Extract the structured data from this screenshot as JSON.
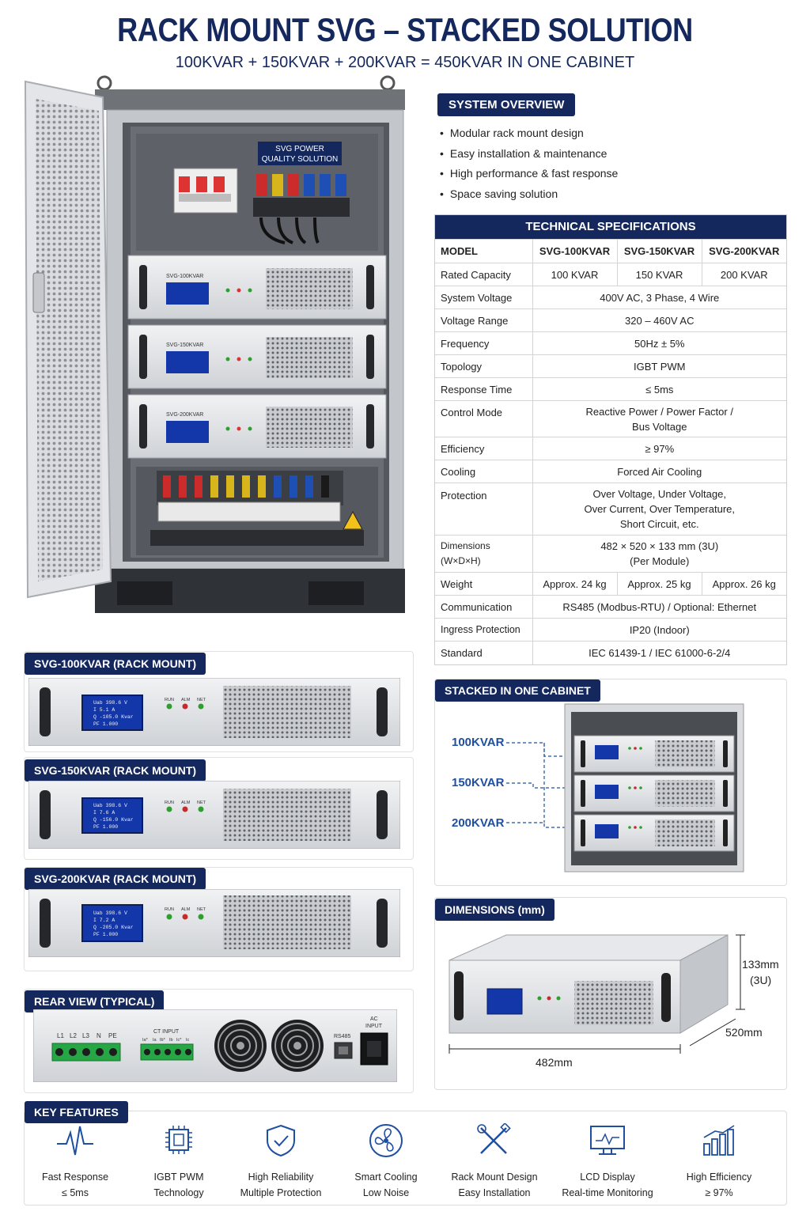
{
  "header": {
    "title": "RACK MOUNT SVG – STACKED SOLUTION",
    "subtitle": "100KVAR + 150KVAR + 200KVAR = 450KVAR IN ONE CABINET"
  },
  "cabinet": {
    "badge_line1": "SVG POWER",
    "badge_line2": "QUALITY SOLUTION",
    "modules": [
      "SVG-100KVAR",
      "SVG-150KVAR",
      "SVG-200KVAR"
    ]
  },
  "overview": {
    "tag": "SYSTEM OVERVIEW",
    "items": [
      "Modular rack mount design",
      "Easy installation & maintenance",
      "High performance & fast response",
      "Space saving solution"
    ]
  },
  "specs": {
    "title": "TECHNICAL SPECIFICATIONS",
    "columns": [
      "MODEL",
      "SVG-100KVAR",
      "SVG-150KVAR",
      "SVG-200KVAR"
    ],
    "rows": {
      "rated_capacity": {
        "label": "Rated Capacity",
        "values": [
          "100 KVAR",
          "150 KVAR",
          "200 KVAR"
        ]
      },
      "system_voltage": {
        "label": "System Voltage",
        "value": "400V AC, 3 Phase, 4 Wire"
      },
      "voltage_range": {
        "label": "Voltage Range",
        "value": "320 – 460V AC"
      },
      "frequency": {
        "label": "Frequency",
        "value": "50Hz ± 5%"
      },
      "topology": {
        "label": "Topology",
        "value": "IGBT PWM"
      },
      "response_time": {
        "label": "Response Time",
        "value": "≤ 5ms"
      },
      "control_mode": {
        "label": "Control Mode",
        "value_line1": "Reactive Power / Power Factor /",
        "value_line2": "Bus Voltage"
      },
      "efficiency": {
        "label": "Efficiency",
        "value": "≥ 97%"
      },
      "cooling": {
        "label": "Cooling",
        "value": "Forced Air Cooling"
      },
      "protection": {
        "label": "Protection",
        "value_line1": "Over Voltage, Under Voltage,",
        "value_line2": "Over Current, Over Temperature,",
        "value_line3": "Short Circuit, etc."
      },
      "dimensions": {
        "label": "Dimensions (W×D×H)",
        "value_line1": "482 × 520 × 133 mm (3U)",
        "value_line2": "(Per Module)"
      },
      "weight": {
        "label": "Weight",
        "values": [
          "Approx. 24 kg",
          "Approx. 25 kg",
          "Approx. 26 kg"
        ]
      },
      "communication": {
        "label": "Communication",
        "value": "RS485 (Modbus-RTU) / Optional: Ethernet"
      },
      "ingress": {
        "label": "Ingress Protection",
        "value": "IP20 (Indoor)"
      },
      "standard": {
        "label": "Standard",
        "value": "IEC 61439-1 / IEC 61000-6-2/4"
      }
    }
  },
  "module_views": [
    {
      "tag": "SVG-100KVAR (RACK MOUNT)",
      "lcd": [
        "Uab  398.6 V",
        "I      5.1 A",
        "Q   -105.0 Kvar",
        "PF    1.000"
      ]
    },
    {
      "tag": "SVG-150KVAR (RACK MOUNT)",
      "lcd": [
        "Uab  398.6 V",
        "I      7.6 A",
        "Q   -156.0 Kvar",
        "PF    1.000"
      ]
    },
    {
      "tag": "SVG-200KVAR (RACK MOUNT)",
      "lcd": [
        "Uab  398.6 V",
        "I      7.2 A",
        "Q   -205.0 Kvar",
        "PF    1.000"
      ]
    }
  ],
  "leds": [
    "RUN",
    "ALM",
    "NET"
  ],
  "rear": {
    "tag": "REAR VIEW (TYPICAL)",
    "power_terms": [
      "L1",
      "L2",
      "L3",
      "N",
      "PE"
    ],
    "ct_label": "CT INPUT",
    "ct_terms": [
      "Ia*",
      "Ia",
      "Ib*",
      "Ib",
      "Ic*",
      "Ic"
    ],
    "rs485": "RS485",
    "ac_line1": "AC",
    "ac_line2": "INPUT"
  },
  "stacked": {
    "tag": "STACKED IN ONE CABINET",
    "labels": [
      "100KVAR",
      "150KVAR",
      "200KVAR"
    ]
  },
  "dimensions_view": {
    "tag": "DIMENSIONS (mm)",
    "height_line1": "133mm",
    "height_line2": "(3U)",
    "depth": "520mm",
    "width": "482mm"
  },
  "features": {
    "tag": "KEY FEATURES",
    "items": [
      {
        "icon": "pulse-icon",
        "l1": "Fast Response",
        "l2": "≤ 5ms"
      },
      {
        "icon": "chip-icon",
        "l1": "IGBT PWM",
        "l2": "Technology"
      },
      {
        "icon": "shield-check-icon",
        "l1": "High Reliability",
        "l2": "Multiple Protection"
      },
      {
        "icon": "fan-icon",
        "l1": "Smart Cooling",
        "l2": "Low Noise"
      },
      {
        "icon": "tools-icon",
        "l1": "Rack Mount Design",
        "l2": "Easy Installation"
      },
      {
        "icon": "monitor-icon",
        "l1": "LCD Display",
        "l2": "Real-time Monitoring"
      },
      {
        "icon": "bar-chart-icon",
        "l1": "High Efficiency",
        "l2": "≥ 97%"
      }
    ]
  },
  "colors": {
    "navy": "#14285e",
    "accent_blue": "#1f4fa0",
    "lcd_blue": "#1336a8",
    "panel_grey": "#e4e6e9"
  }
}
